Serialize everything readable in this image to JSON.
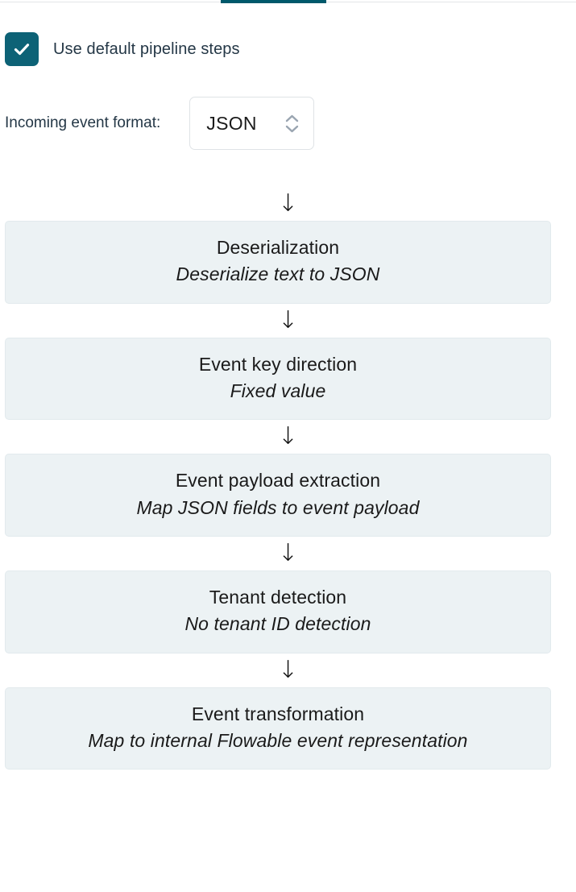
{
  "tabs": {
    "active_indicator_color": "#00596b",
    "rule_color": "#e3e6e8"
  },
  "checkbox": {
    "checked": true,
    "label": "Use default pipeline steps",
    "accent_color": "#0d6276",
    "icon": "check-icon"
  },
  "format": {
    "label": "Incoming event format:",
    "selected_value": "JSON",
    "stepper_icon_up": "chevron-up-icon",
    "stepper_icon_down": "chevron-down-icon"
  },
  "pipeline": {
    "arrow_glyph": "↓",
    "box_background": "#ecf2f4",
    "steps": [
      {
        "title": "Deserialization",
        "subtitle": "Deserialize text to JSON"
      },
      {
        "title": "Event key direction",
        "subtitle": "Fixed value"
      },
      {
        "title": "Event payload extraction",
        "subtitle": "Map JSON fields to event payload"
      },
      {
        "title": "Tenant detection",
        "subtitle": "No tenant ID detection"
      },
      {
        "title": "Event transformation",
        "subtitle": "Map to internal Flowable event representation"
      }
    ]
  }
}
